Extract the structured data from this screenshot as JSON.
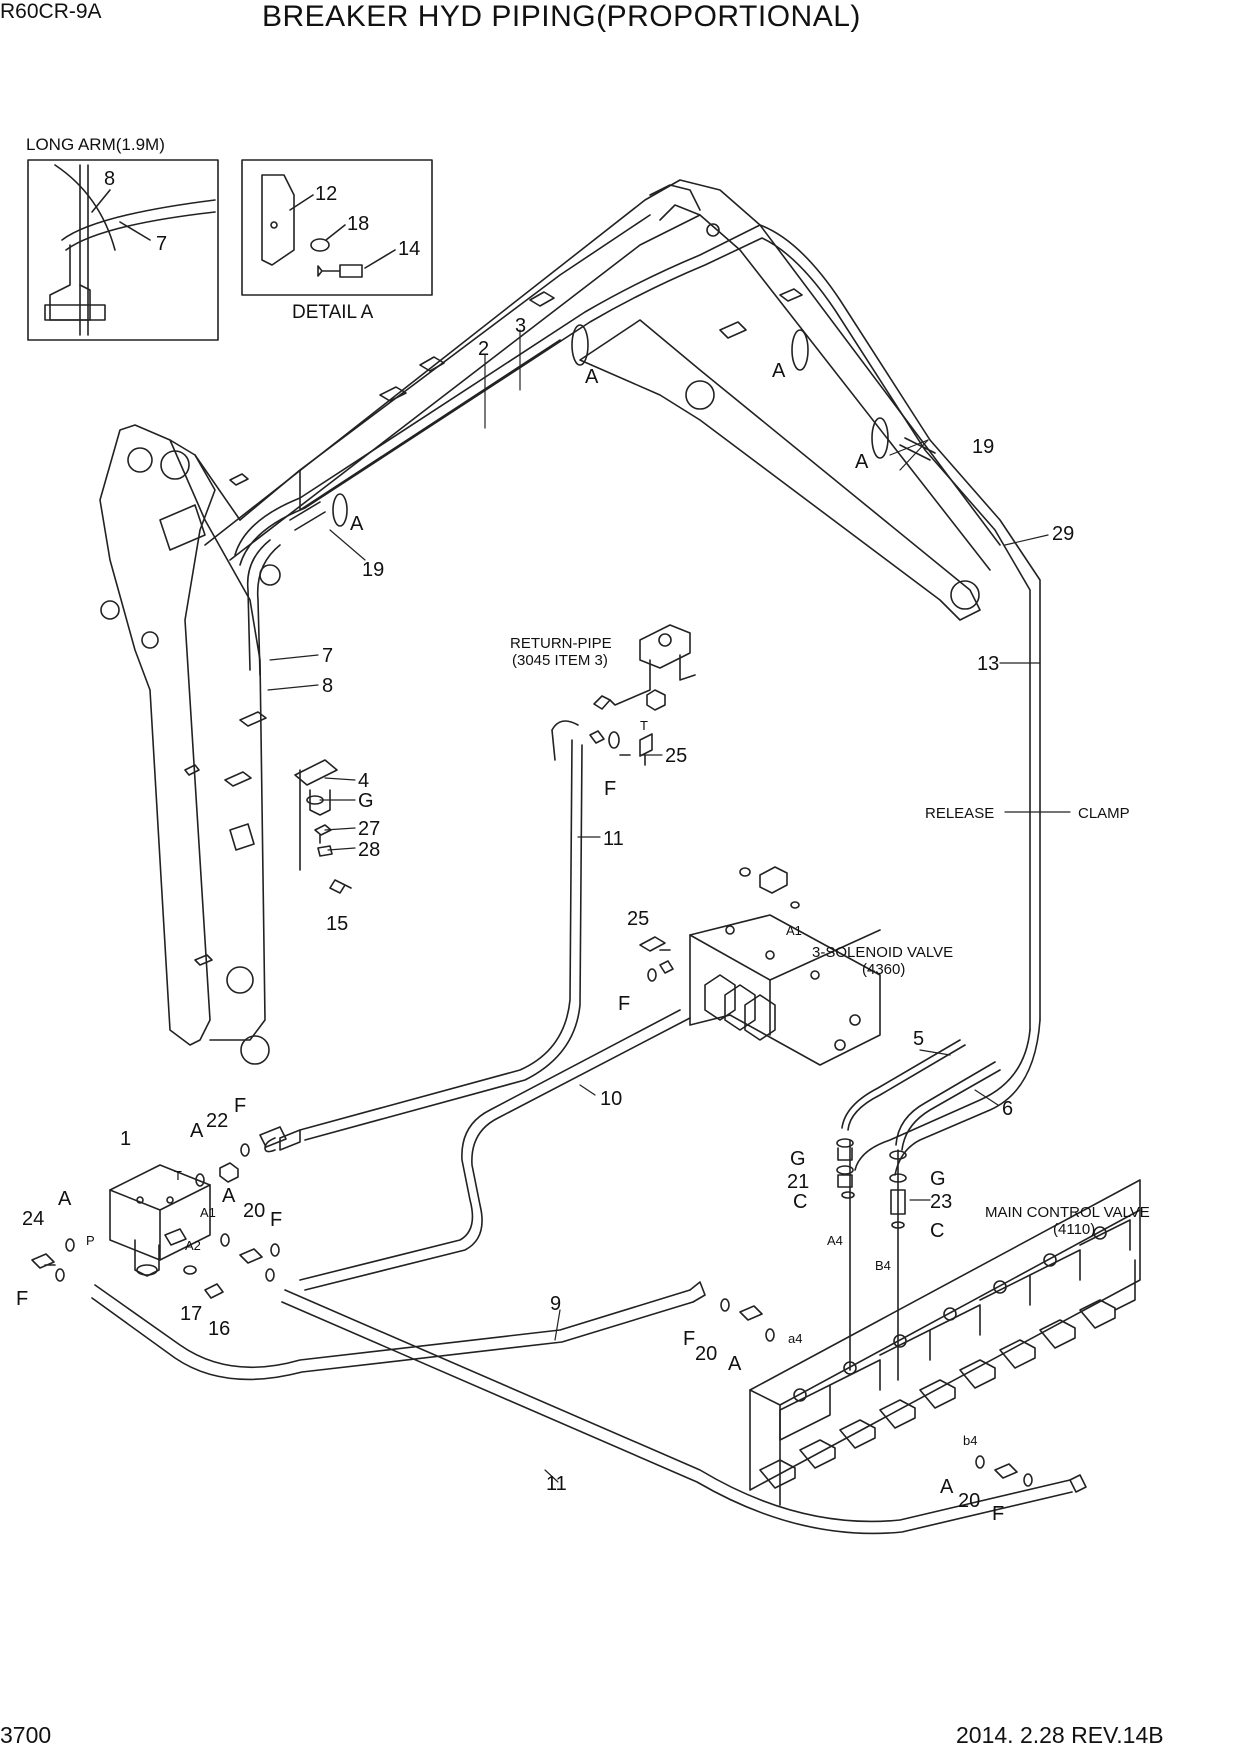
{
  "header": {
    "model": "R60CR-9A",
    "title": "BREAKER HYD PIPING(PROPORTIONAL)"
  },
  "footer": {
    "page": "3700",
    "revision": "2014. 2.28  REV.14B"
  },
  "insets": {
    "long_arm_title": "LONG ARM(1.9M)",
    "long_arm_callouts": [
      "8",
      "7"
    ],
    "detail_title": "DETAIL A",
    "detail_callouts": [
      "12",
      "18",
      "14"
    ]
  },
  "notes": {
    "return_pipe": [
      "RETURN-PIPE",
      "(3045 ITEM 3)"
    ],
    "solenoid_valve": [
      "3-SOLENOID VALVE",
      "(4360)"
    ],
    "main_control_valve": [
      "MAIN CONTROL VALVE",
      "(4110)"
    ],
    "release": "RELEASE",
    "clamp": "CLAMP"
  },
  "callouts": {
    "c2": "2",
    "c3": "3",
    "cA_top1": "A",
    "cA_top2": "A",
    "cA_right": "A",
    "c19_right": "19",
    "cA_left": "A",
    "c19_left": "19",
    "c29": "29",
    "c13": "13",
    "c7": "7",
    "c8": "8",
    "c4": "4",
    "cG_left": "G",
    "c27": "27",
    "c28": "28",
    "c15": "15",
    "c25_top": "25",
    "cF_top": "F",
    "cT": "T",
    "c11_top": "11",
    "c25_mid": "25",
    "cF_mid": "F",
    "cA1_sol": "A1",
    "c5": "5",
    "c6": "6",
    "c10": "10",
    "cG_r1": "G",
    "c21": "21",
    "cC_r1": "C",
    "cG_r2": "G",
    "c23": "23",
    "cC_r2": "C",
    "cA4": "A4",
    "cB4": "B4",
    "c1": "1",
    "cA_v1": "A",
    "c22": "22",
    "cF_v1": "F",
    "cT_v": "T",
    "c24": "24",
    "cA_v2": "A",
    "cP_v": "P",
    "cA1_v": "A1",
    "cA_v3": "A",
    "cA2_v": "A2",
    "c20_v": "20",
    "cF_v2": "F",
    "cF_v3": "F",
    "c17": "17",
    "c16": "16",
    "c9": "9",
    "cF_mcv1": "F",
    "c20_mcv1": "20",
    "cA_mcv1": "A",
    "ca4": "a4",
    "cb4": "b4",
    "cA_mcv2": "A",
    "c20_mcv2": "20",
    "cF_mcv2": "F",
    "c11_bot": "11"
  }
}
